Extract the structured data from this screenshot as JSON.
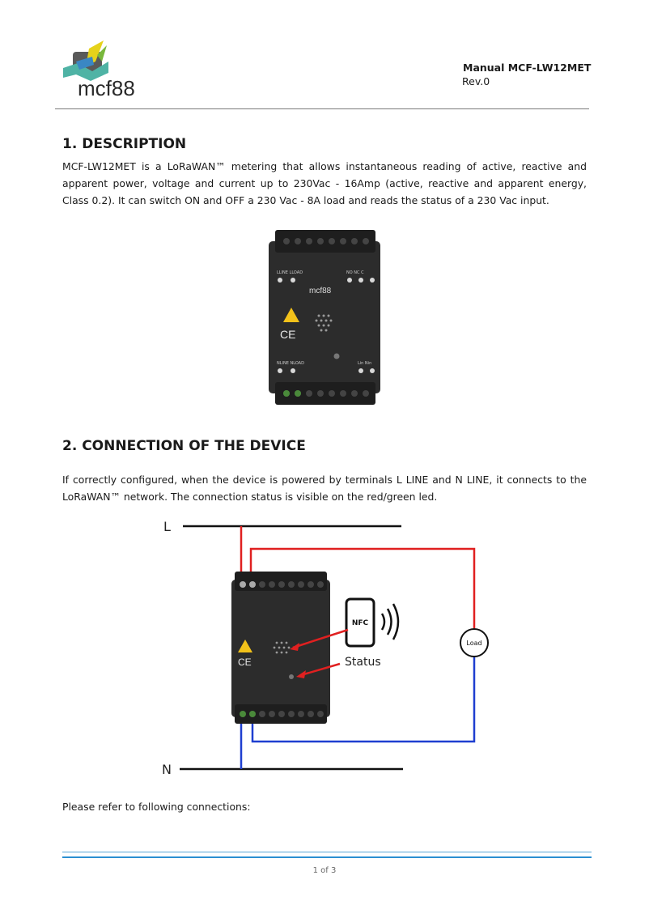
{
  "header": {
    "logo_text": "mcf88",
    "manual_title": "Manual MCF-LW12MET",
    "revision": "Rev.0"
  },
  "sections": [
    {
      "heading": "1. DESCRIPTION",
      "text": "MCF-LW12MET is a LoRaWAN™ metering that allows instantaneous reading of active, reactive and apparent power, voltage and current up to 230Vac - 16Amp (active, reactive and apparent energy, Class 0.2). It can switch ON and OFF a 230 Vac - 8A load and reads the status of a 230 Vac input."
    },
    {
      "heading": "2. CONNECTION OF THE DEVICE",
      "text": "If correctly configured, when the device is powered by terminals L LINE and N LINE, it connects to the LoRaWAN™ network. The connection status is visible on the red/green led."
    }
  ],
  "device_labels": {
    "l_line_top": "LLINE LLOAD",
    "relay": [
      "NO",
      "NC",
      "C"
    ],
    "n_line_bottom": "NLINE NLOAD",
    "inputs": "Lin Nin",
    "ce_mark": "CE",
    "logo": "mcf88"
  },
  "diagram": {
    "label_l": "L",
    "label_n": "N",
    "nfc_label": "NFC",
    "status_label": "Status",
    "load_label": "Load",
    "line_color": "#e02020",
    "neutral_color": "#1f3fd0"
  },
  "closing_text": "Please refer to following connections:",
  "footer": {
    "page": "1 of 3"
  }
}
